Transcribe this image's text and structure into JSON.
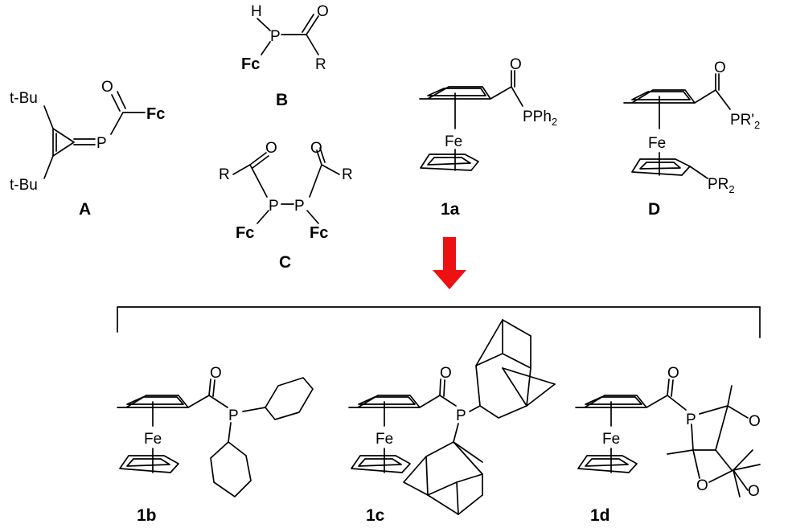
{
  "compounds": {
    "A": {
      "label": "A",
      "tbu_top": "t-Bu",
      "tbu_bottom": "t-Bu",
      "P": "P",
      "O": "O",
      "Fc": "Fc"
    },
    "B": {
      "label": "B",
      "H": "H",
      "P": "P",
      "O": "O",
      "Fc": "Fc",
      "R": "R"
    },
    "C": {
      "label": "C",
      "O1": "O",
      "O2": "O",
      "R1": "R",
      "R2": "R",
      "P1": "P",
      "P2": "P",
      "Fc1": "Fc",
      "Fc2": "Fc"
    },
    "1a": {
      "label": "1a",
      "O": "O",
      "Fe": "Fe",
      "P": "PPh",
      "P_sub": "2"
    },
    "D": {
      "label": "D",
      "O": "O",
      "Fe": "Fe",
      "P_top": "PR'",
      "P_top_sub": "2",
      "P_bottom": "PR",
      "P_bottom_sub": "2"
    },
    "1b": {
      "label": "1b",
      "O": "O",
      "Fe": "Fe",
      "P": "P"
    },
    "1c": {
      "label": "1c",
      "O": "O",
      "Fe": "Fe",
      "P": "P"
    },
    "1d": {
      "label": "1d",
      "O": "O",
      "Fe": "Fe",
      "P": "P",
      "O_ring1": "O",
      "O_ring2": "O",
      "O_ring3": "O"
    }
  },
  "colors": {
    "arrow": "#ee1111",
    "ink": "#000000"
  },
  "arrow": {
    "direction": "down"
  }
}
